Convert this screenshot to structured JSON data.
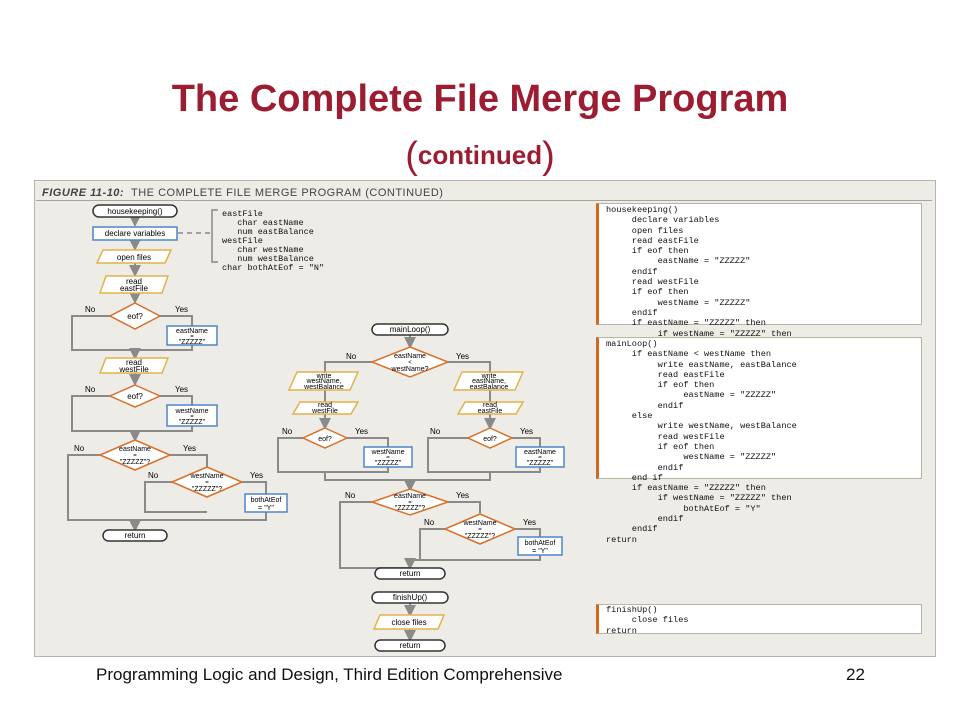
{
  "slide": {
    "title": "The Complete File Merge Program",
    "subtitle_open": "(",
    "subtitle": "continued",
    "subtitle_close": ")",
    "footer_left": "Programming Logic and Design, Third Edition Comprehensive",
    "page_number": "22"
  },
  "figure": {
    "caption_label": "FIGURE 11-10:",
    "caption_text": "THE COMPLETE FILE MERGE PROGRAM (CONTINUED)"
  },
  "flowchart": {
    "housekeeping": "housekeeping()",
    "declare": "declare variables",
    "open_files": "open files",
    "read_east_1": "read",
    "read_east_2": "eastFile",
    "eof": "eof?",
    "no": "No",
    "yes": "Yes",
    "east_zzz_1": "eastName",
    "east_zzz_2": "=",
    "east_zzz_3": "\"ZZZZZ\"",
    "read_west_1": "read",
    "read_west_2": "westFile",
    "west_zzz_1": "westName",
    "west_zzz_2": "=",
    "west_zzz_3": "\"ZZZZZ\"",
    "dec_east_1": "eastName",
    "dec_east_2": "=",
    "dec_east_3": "\"ZZZZZ\"?",
    "dec_west_1": "westName",
    "dec_west_2": "=",
    "dec_west_3": "\"ZZZZZ\"?",
    "both_1": "bothAtEof",
    "both_2": "= \"Y\"",
    "return": "return",
    "mainloop": "mainLoop()",
    "cmp_1": "eastName",
    "cmp_2": "<",
    "cmp_3": "westName?",
    "write_west_1": "write",
    "write_west_2": "westName,",
    "write_west_3": "westBalance",
    "write_east_1": "write",
    "write_east_2": "eastName,",
    "write_east_3": "eastBalance",
    "read_east_b1": "read",
    "read_east_b2": "eastFile",
    "finishup": "finishUp()",
    "close_files": "close files"
  },
  "declarations": [
    "eastFile",
    "   char eastName",
    "   num eastBalance",
    "westFile",
    "   char westName",
    "   num westBalance",
    "char bothAtEof = \"N\""
  ],
  "pseudocode": {
    "housekeeping": "housekeeping()\n     declare variables\n     open files\n     read eastFile\n     if eof then\n          eastName = \"ZZZZZ\"\n     endif\n     read westFile\n     if eof then\n          westName = \"ZZZZZ\"\n     endif\n     if eastName = \"ZZZZZ\" then\n          if westName = \"ZZZZZ\" then\n               bothAtEof = \"Y\"\n          endif\n     endif\nreturn",
    "mainloop": "mainLoop()\n     if eastName < westName then\n          write eastName, eastBalance\n          read eastFile\n          if eof then\n               eastName = \"ZZZZZ\"\n          endif\n     else\n          write westName, westBalance\n          read westFile\n          if eof then\n               westName = \"ZZZZZ\"\n          endif\n     end if\n     if eastName = \"ZZZZZ\" then\n          if westName = \"ZZZZZ\" then\n               bothAtEof = \"Y\"\n          endif\n     endif\nreturn",
    "finishup": "finishUp()\n     close files\nreturn"
  },
  "colors": {
    "title": "#9c1d32",
    "decision_stroke": "#d9702a",
    "io_stroke": "#e3b24a",
    "process_stroke": "#4f86c6",
    "flow_line": "#8a8a8a",
    "code_accent": "#d2691e"
  }
}
